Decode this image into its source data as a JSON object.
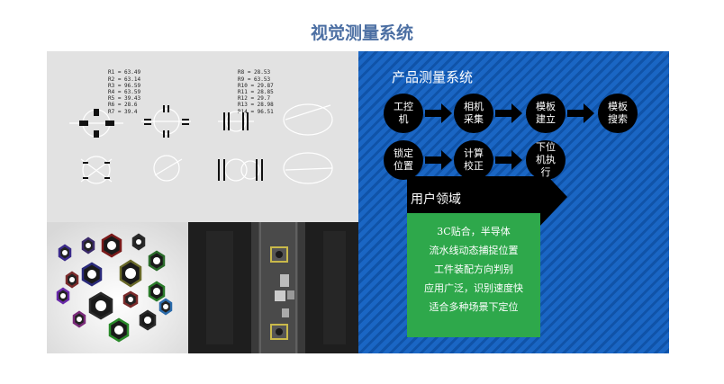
{
  "title": "视觉测量系统",
  "measure": {
    "left_list": [
      "R1 = 63.49",
      "R2 = 63.14",
      "R3 = 96.59",
      "R4 = 63.59",
      "R5 = 39.43",
      "R6 = 28.6",
      "R7 = 39.4"
    ],
    "right_list": [
      "R8 = 28.53",
      "R9 = 63.53",
      "R10 = 29.87",
      "R11 = 28.85",
      "R12 = 29.7",
      "R13 = 28.98",
      "R14 = 96.51"
    ]
  },
  "system": {
    "title": "产品测量系统",
    "nodes": [
      "工控机",
      "相机采集",
      "模板建立",
      "模板搜索",
      "锁定位置",
      "计算校正",
      "下位机执行"
    ],
    "field_label": "用户领域",
    "field_lines": [
      "3C贴合，半导体",
      "流水线动态捕捉位置",
      "工件装配方向判别",
      "应用广泛，识别速度快",
      "适合多种场景下定位"
    ]
  },
  "colors": {
    "title": "#4c6fa3",
    "panel_blue": "#1a66c4",
    "green_box": "#2ea84b",
    "node": "#000000"
  }
}
